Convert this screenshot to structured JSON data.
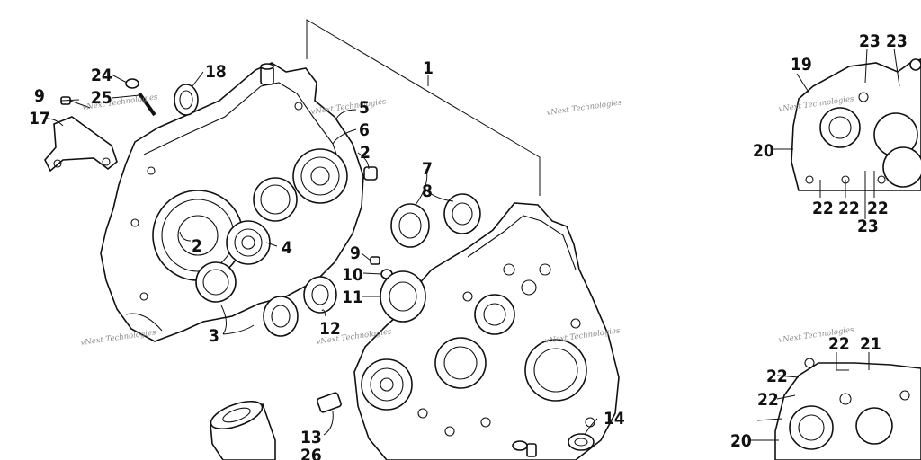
{
  "watermark": "vNext Technologies",
  "callouts": {
    "c1": "1",
    "c2a": "2",
    "c2b": "2",
    "c3": "3",
    "c4": "4",
    "c5": "5",
    "c6": "6",
    "c7": "7",
    "c8": "8",
    "c9a": "9",
    "c9b": "9",
    "c10": "10",
    "c11": "11",
    "c12": "12",
    "c13": "13",
    "c14": "14",
    "c17": "17",
    "c18": "18",
    "c19": "19",
    "c20a": "20",
    "c20b": "20",
    "c21": "21",
    "c22a": "22",
    "c22b": "22",
    "c22c": "22",
    "c22d": "22",
    "c22e": "22",
    "c22f": "22",
    "c23a": "23",
    "c23b": "23",
    "c23c": "23",
    "c24": "24",
    "c25": "25",
    "c26": "26"
  }
}
